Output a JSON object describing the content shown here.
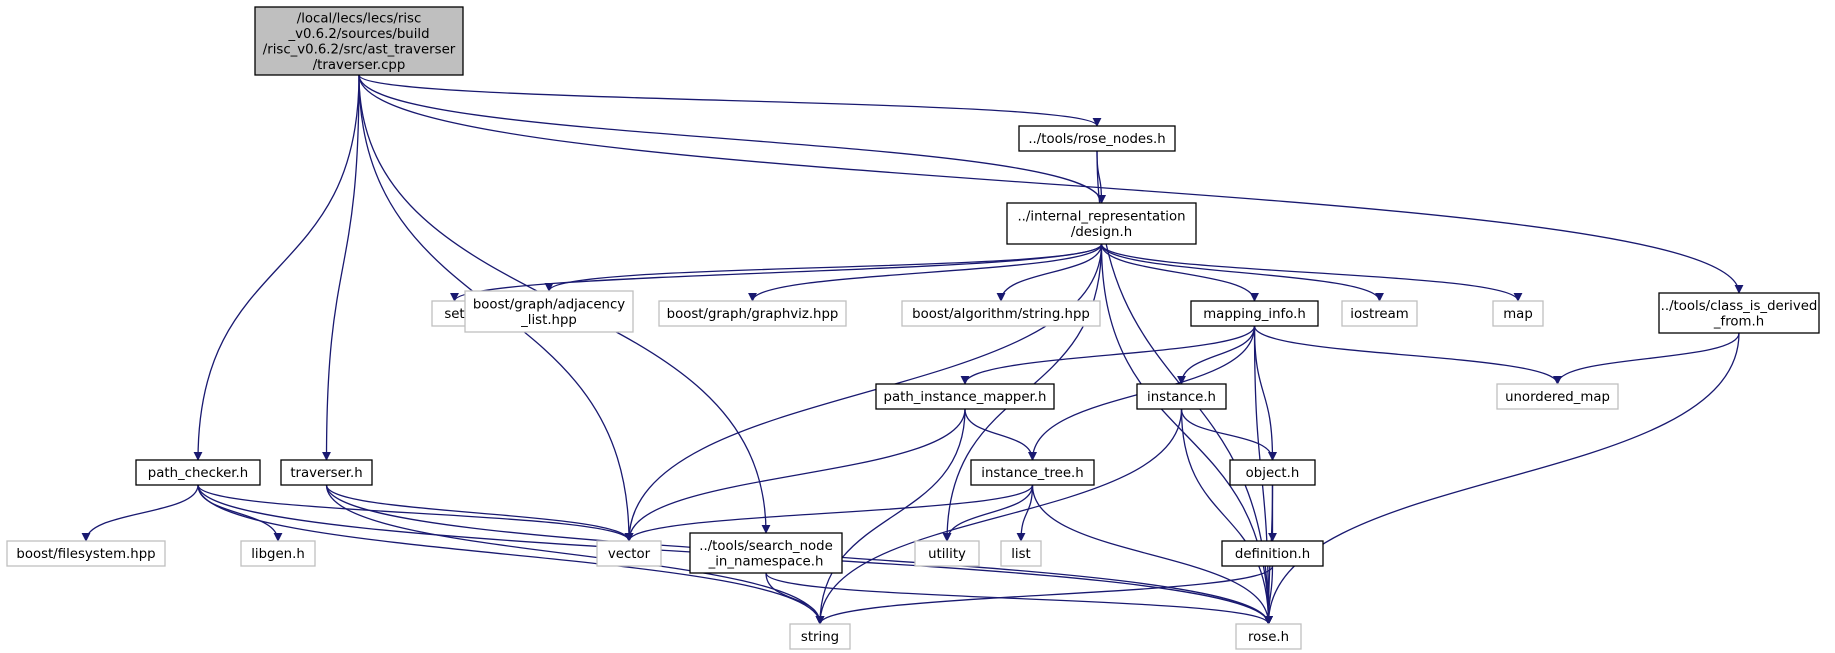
{
  "colors": {
    "edge": "#191970",
    "root_fill": "#bfbfbf",
    "local_border": "#000000",
    "system_border": "#bfbfbf"
  },
  "nodes": [
    {
      "id": "root",
      "kind": "root",
      "lines": [
        "/local/lecs/lecs/risc",
        "_v0.6.2/sources/build",
        "/risc_v0.6.2/src/ast_traverser",
        "/traverser.cpp"
      ]
    },
    {
      "id": "rose_nodes",
      "kind": "local",
      "lines": [
        "../tools/rose_nodes.h"
      ]
    },
    {
      "id": "design",
      "kind": "local",
      "lines": [
        "../internal_representation",
        "/design.h"
      ]
    },
    {
      "id": "class_is_derived",
      "kind": "local",
      "lines": [
        "../tools/class_is_derived",
        "_from.h"
      ]
    },
    {
      "id": "set",
      "kind": "system",
      "lines": [
        "set"
      ]
    },
    {
      "id": "adjacency",
      "kind": "system",
      "lines": [
        "boost/graph/adjacency",
        "_list.hpp"
      ]
    },
    {
      "id": "graphviz",
      "kind": "system",
      "lines": [
        "boost/graph/graphviz.hpp"
      ]
    },
    {
      "id": "algstring",
      "kind": "system",
      "lines": [
        "boost/algorithm/string.hpp"
      ]
    },
    {
      "id": "mapping_info",
      "kind": "local",
      "lines": [
        "mapping_info.h"
      ]
    },
    {
      "id": "iostream",
      "kind": "system",
      "lines": [
        "iostream"
      ]
    },
    {
      "id": "map",
      "kind": "system",
      "lines": [
        "map"
      ]
    },
    {
      "id": "unordered_map",
      "kind": "system",
      "lines": [
        "unordered_map"
      ]
    },
    {
      "id": "path_instance_mapper",
      "kind": "local",
      "lines": [
        "path_instance_mapper.h"
      ]
    },
    {
      "id": "instance",
      "kind": "local",
      "lines": [
        "instance.h"
      ]
    },
    {
      "id": "path_checker",
      "kind": "local",
      "lines": [
        "path_checker.h"
      ]
    },
    {
      "id": "traverser_h",
      "kind": "local",
      "lines": [
        "traverser.h"
      ]
    },
    {
      "id": "instance_tree",
      "kind": "local",
      "lines": [
        "instance_tree.h"
      ]
    },
    {
      "id": "object",
      "kind": "local",
      "lines": [
        "object.h"
      ]
    },
    {
      "id": "boost_fs",
      "kind": "system",
      "lines": [
        "boost/filesystem.hpp"
      ]
    },
    {
      "id": "libgen",
      "kind": "system",
      "lines": [
        "libgen.h"
      ]
    },
    {
      "id": "vector",
      "kind": "system",
      "lines": [
        "vector"
      ]
    },
    {
      "id": "search_node",
      "kind": "local",
      "lines": [
        "../tools/search_node",
        "_in_namespace.h"
      ]
    },
    {
      "id": "utility",
      "kind": "system",
      "lines": [
        "utility"
      ]
    },
    {
      "id": "list",
      "kind": "system",
      "lines": [
        "list"
      ]
    },
    {
      "id": "definition",
      "kind": "local",
      "lines": [
        "definition.h"
      ]
    },
    {
      "id": "string",
      "kind": "system",
      "lines": [
        "string"
      ]
    },
    {
      "id": "rose",
      "kind": "system",
      "lines": [
        "rose.h"
      ]
    }
  ],
  "edges": [
    [
      "root",
      "rose_nodes"
    ],
    [
      "root",
      "design"
    ],
    [
      "root",
      "class_is_derived"
    ],
    [
      "root",
      "path_checker"
    ],
    [
      "root",
      "traverser_h"
    ],
    [
      "root",
      "vector"
    ],
    [
      "root",
      "search_node"
    ],
    [
      "rose_nodes",
      "design"
    ],
    [
      "rose_nodes",
      "rose"
    ],
    [
      "design",
      "set"
    ],
    [
      "design",
      "adjacency"
    ],
    [
      "design",
      "graphviz"
    ],
    [
      "design",
      "algstring"
    ],
    [
      "design",
      "mapping_info"
    ],
    [
      "design",
      "iostream"
    ],
    [
      "design",
      "map"
    ],
    [
      "design",
      "rose"
    ],
    [
      "design",
      "vector"
    ],
    [
      "design",
      "utility"
    ],
    [
      "class_is_derived",
      "unordered_map"
    ],
    [
      "class_is_derived",
      "rose"
    ],
    [
      "mapping_info",
      "path_instance_mapper"
    ],
    [
      "mapping_info",
      "instance"
    ],
    [
      "mapping_info",
      "instance_tree"
    ],
    [
      "mapping_info",
      "object"
    ],
    [
      "mapping_info",
      "unordered_map"
    ],
    [
      "mapping_info",
      "rose"
    ],
    [
      "path_instance_mapper",
      "instance_tree"
    ],
    [
      "path_instance_mapper",
      "vector"
    ],
    [
      "path_instance_mapper",
      "string"
    ],
    [
      "instance",
      "object"
    ],
    [
      "instance",
      "string"
    ],
    [
      "instance",
      "rose"
    ],
    [
      "path_checker",
      "boost_fs"
    ],
    [
      "path_checker",
      "libgen"
    ],
    [
      "path_checker",
      "vector"
    ],
    [
      "path_checker",
      "string"
    ],
    [
      "path_checker",
      "rose"
    ],
    [
      "traverser_h",
      "vector"
    ],
    [
      "traverser_h",
      "string"
    ],
    [
      "traverser_h",
      "rose"
    ],
    [
      "instance_tree",
      "vector"
    ],
    [
      "instance_tree",
      "utility"
    ],
    [
      "instance_tree",
      "list"
    ],
    [
      "instance_tree",
      "rose"
    ],
    [
      "object",
      "definition"
    ],
    [
      "object",
      "rose"
    ],
    [
      "definition",
      "string"
    ],
    [
      "definition",
      "rose"
    ],
    [
      "search_node",
      "string"
    ],
    [
      "search_node",
      "rose"
    ]
  ]
}
